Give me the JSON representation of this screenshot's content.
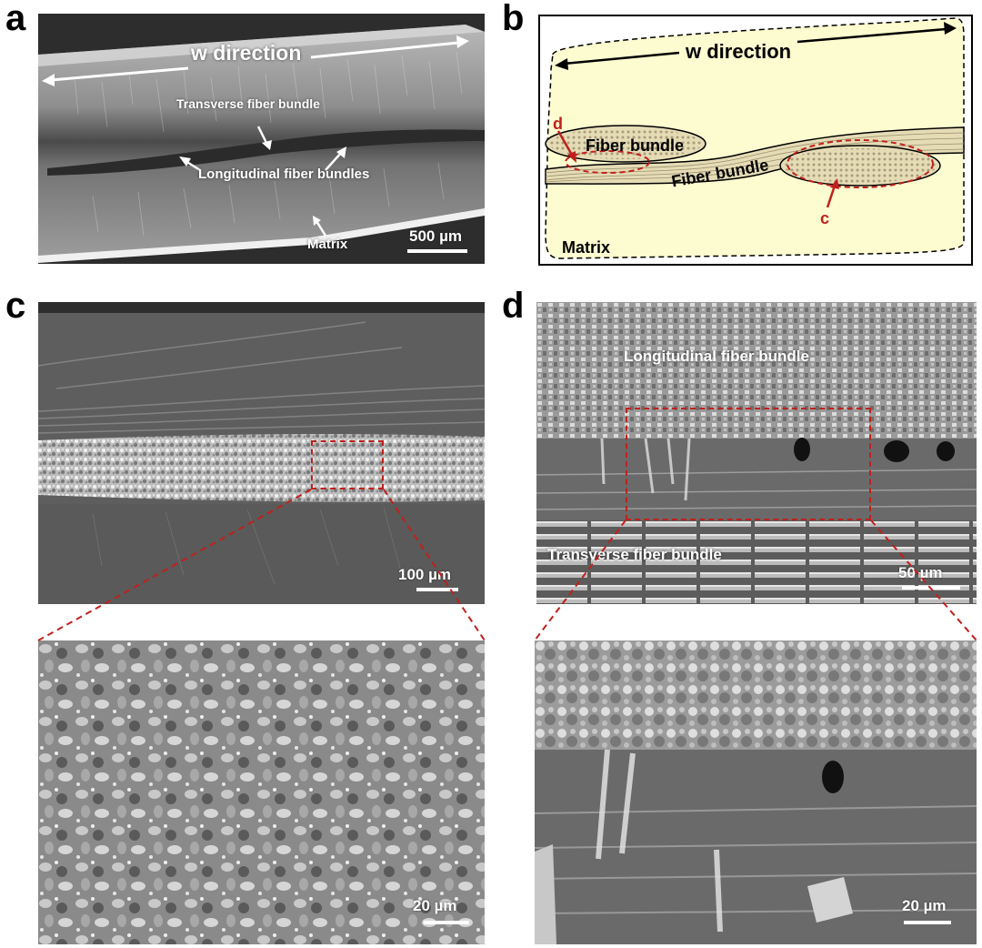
{
  "panels": {
    "a": {
      "label": "a",
      "w_direction": "w direction",
      "transverse_label": "Transverse fiber bundle",
      "longitudinal_label": "Longitudinal fiber bundles",
      "matrix_label": "Matrix",
      "scale": "500 µm"
    },
    "b": {
      "label": "b",
      "w_direction": "w direction",
      "fiber_bundle_1": "Fiber bundle",
      "fiber_bundle_2": "Fiber bundle",
      "marker_d": "d",
      "marker_c": "c",
      "matrix_label": "Matrix"
    },
    "c": {
      "label": "c",
      "scale_top": "100 µm",
      "scale_bottom": "20 µm"
    },
    "d": {
      "label": "d",
      "longitudinal_label": "Longitudinal fiber bundle",
      "transverse_label": "Transverse fiber bundle",
      "scale_top": "50 µm",
      "scale_bottom": "20 µm"
    }
  },
  "colors": {
    "annotation_red": "#c0201c",
    "matrix_fill": "#fdfbd0",
    "fiber_fill": "#e5dcb6",
    "fiber_dot": "#a99c7a"
  }
}
